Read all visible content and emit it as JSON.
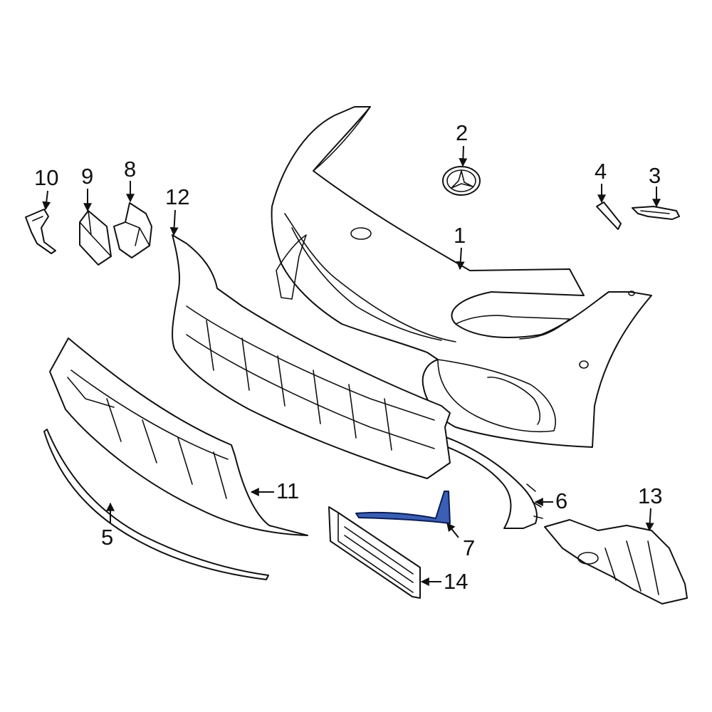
{
  "callouts": [
    {
      "id": "1",
      "label": "1"
    },
    {
      "id": "2",
      "label": "2"
    },
    {
      "id": "3",
      "label": "3"
    },
    {
      "id": "4",
      "label": "4"
    },
    {
      "id": "5",
      "label": "5"
    },
    {
      "id": "6",
      "label": "6"
    },
    {
      "id": "7",
      "label": "7"
    },
    {
      "id": "8",
      "label": "8"
    },
    {
      "id": "9",
      "label": "9"
    },
    {
      "id": "10",
      "label": "10"
    },
    {
      "id": "11",
      "label": "11"
    },
    {
      "id": "12",
      "label": "12"
    },
    {
      "id": "13",
      "label": "13"
    },
    {
      "id": "14",
      "label": "14"
    }
  ],
  "highlighted_part": "7",
  "colors": {
    "highlight": "#3a5fb4",
    "line": "#111111",
    "background": "#ffffff"
  }
}
